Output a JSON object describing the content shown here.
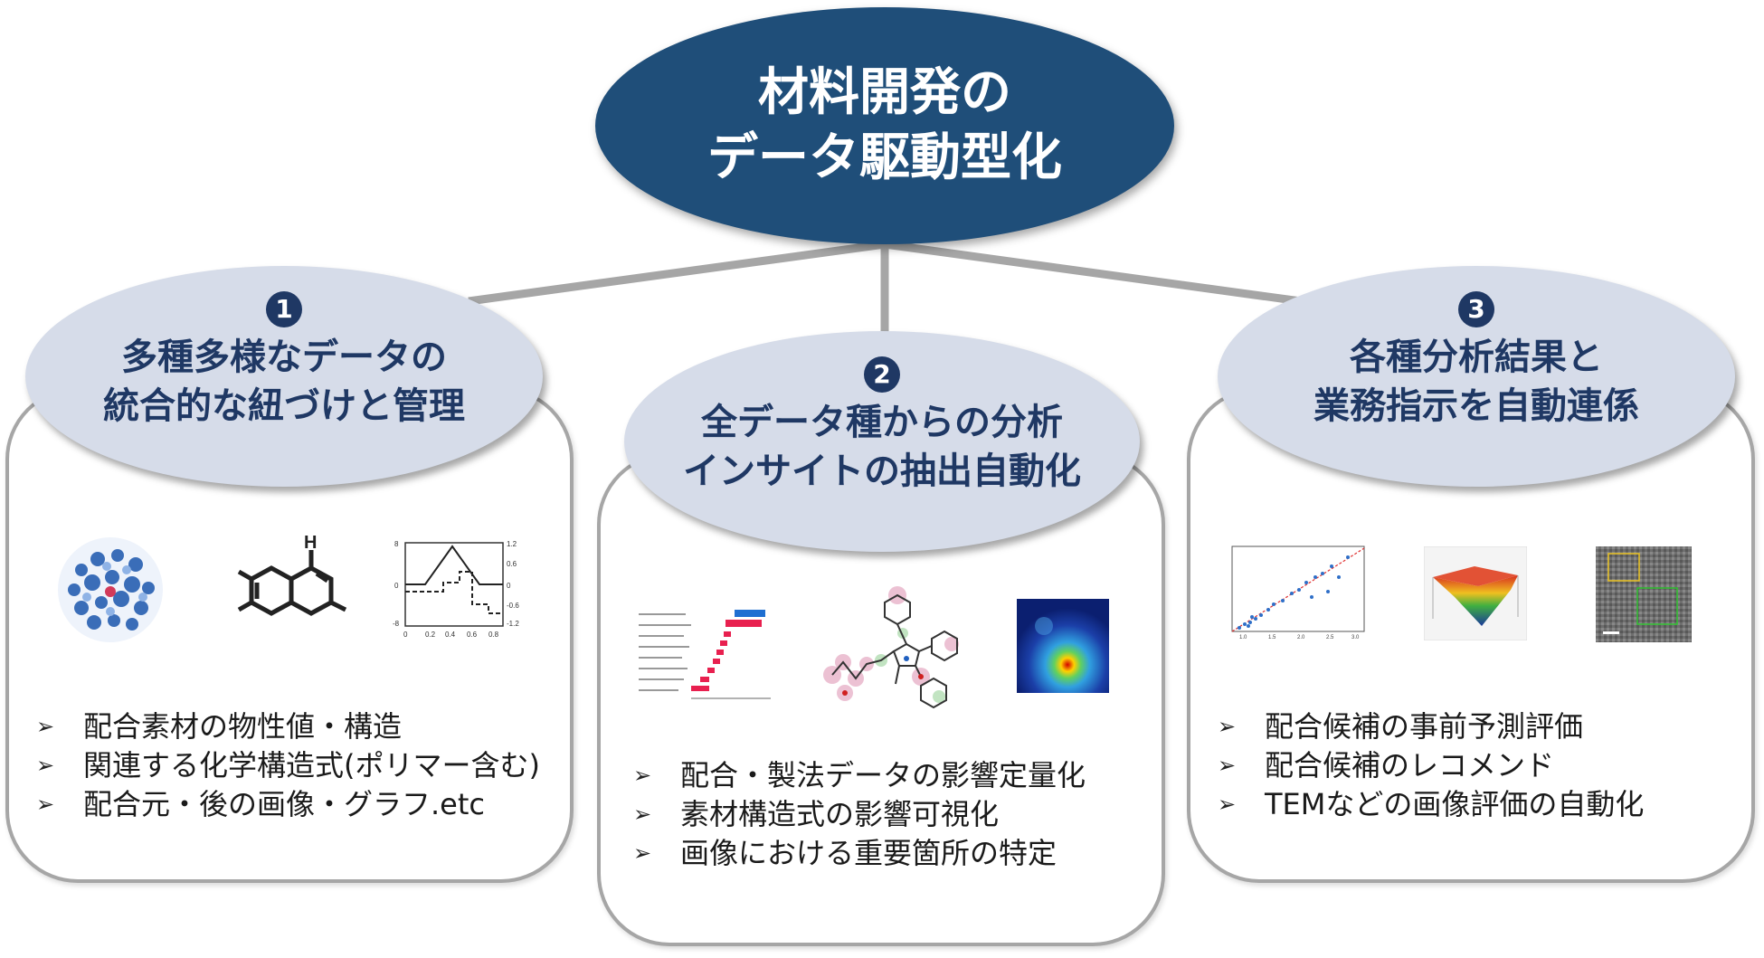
{
  "title": {
    "line1": "材料開発の",
    "line2": "データ駆動型化"
  },
  "colors": {
    "main": "#1f4e79",
    "cap": "#d6dce9",
    "cap_text": "#1f3864",
    "border": "#a6a6a6",
    "connector": "#a6a6a6"
  },
  "pillars": [
    {
      "number": "1",
      "line1": "多種多様なデータの",
      "line2": "統合的な紐づけと管理",
      "items": [
        "配合素材の物性値・構造",
        "関連する化学構造式(ポリマー含む)",
        "配合元・後の画像・グラフ.etc"
      ],
      "images": {
        "molecule_label": "H"
      }
    },
    {
      "number": "2",
      "line1": "全データ種からの分析",
      "line2": "インサイトの抽出自動化",
      "items": [
        "配合・製法データの影響定量化",
        "素材構造式の影響可視化",
        "画像における重要箇所の特定"
      ]
    },
    {
      "number": "3",
      "line1": "各種分析結果と",
      "line2": "業務指示を自動連係",
      "items": [
        "配合候補の事前予測評価",
        "配合候補のレコメンド",
        "TEMなどの画像評価の自動化"
      ]
    }
  ],
  "bullet_icon": "arrow-bullet-icon"
}
